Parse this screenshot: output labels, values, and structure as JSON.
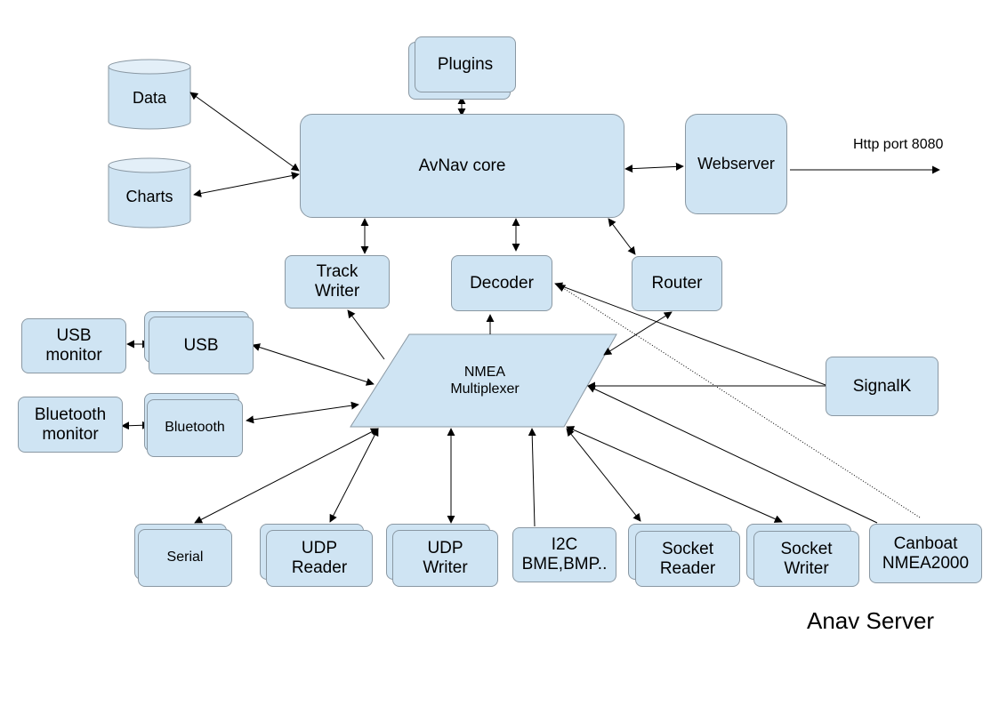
{
  "diagram": {
    "nodes": {
      "plugins": "Plugins",
      "data": "Data",
      "charts": "Charts",
      "core": "AvNav core",
      "webserver": "Webserver",
      "track_writer": "Track\nWriter",
      "decoder": "Decoder",
      "router": "Router",
      "usb_monitor": "USB\nmonitor",
      "usb": "USB",
      "bluetooth_monitor": "Bluetooth\nmonitor",
      "bluetooth": "Bluetooth",
      "nmea_mux": "NMEA\nMultiplexer",
      "signalk": "SignalK",
      "serial": "Serial",
      "udp_reader": "UDP\nReader",
      "udp_writer": "UDP\nWriter",
      "i2c": "I2C\nBME,BMP..",
      "socket_reader": "Socket\nReader",
      "socket_writer": "Socket\nWriter",
      "canboat": "Canboat\nNMEA2000"
    },
    "http_label": "Http port 8080",
    "server_label": "Anav Server",
    "colors": {
      "box_fill": "#cfe4f3",
      "box_stroke": "#8a98a3",
      "line": "#000000"
    }
  }
}
